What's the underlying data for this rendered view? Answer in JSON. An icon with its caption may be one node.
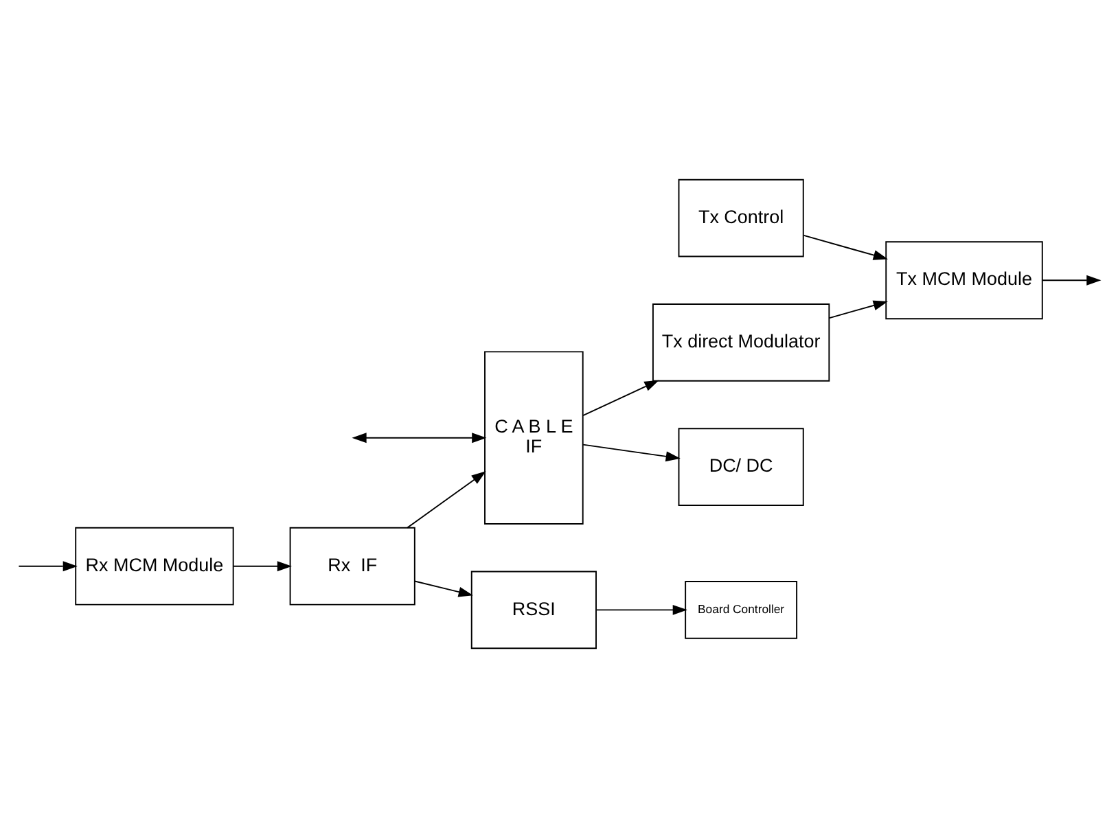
{
  "diagram": {
    "nodes": [
      {
        "text": [
          "C A B L E",
          "IF"
        ]
      },
      {
        "text": [
          "Tx Control"
        ]
      },
      {
        "text": [
          "Tx direct Modulator"
        ]
      },
      {
        "text": [
          "Tx MCM Module"
        ]
      },
      {
        "text": [
          "Rx  IF"
        ]
      },
      {
        "text": [
          "Rx MCM Module"
        ]
      },
      {
        "text": [
          "DC/ DC"
        ]
      },
      {
        "text": [
          "RSSI"
        ]
      },
      {
        "text": [
          "Board Controller"
        ]
      }
    ],
    "edges": [
      {
        "from": null,
        "to": 0,
        "arrow": "both"
      },
      {
        "from": 0,
        "to": 2,
        "arrow": "to"
      },
      {
        "from": 1,
        "to": 3,
        "arrow": "to"
      },
      {
        "from": 2,
        "to": 3,
        "arrow": "to"
      },
      {
        "from": 3,
        "to": null,
        "arrow": "to"
      },
      {
        "from": null,
        "to": 5,
        "arrow": "to"
      },
      {
        "from": 5,
        "to": 4,
        "arrow": "to"
      },
      {
        "from": 4,
        "to": 0,
        "arrow": "to"
      },
      {
        "from": 4,
        "to": 7,
        "arrow": "to"
      },
      {
        "from": 0,
        "to": 6,
        "arrow": "to"
      },
      {
        "from": 7,
        "to": 8,
        "arrow": "to"
      }
    ]
  }
}
